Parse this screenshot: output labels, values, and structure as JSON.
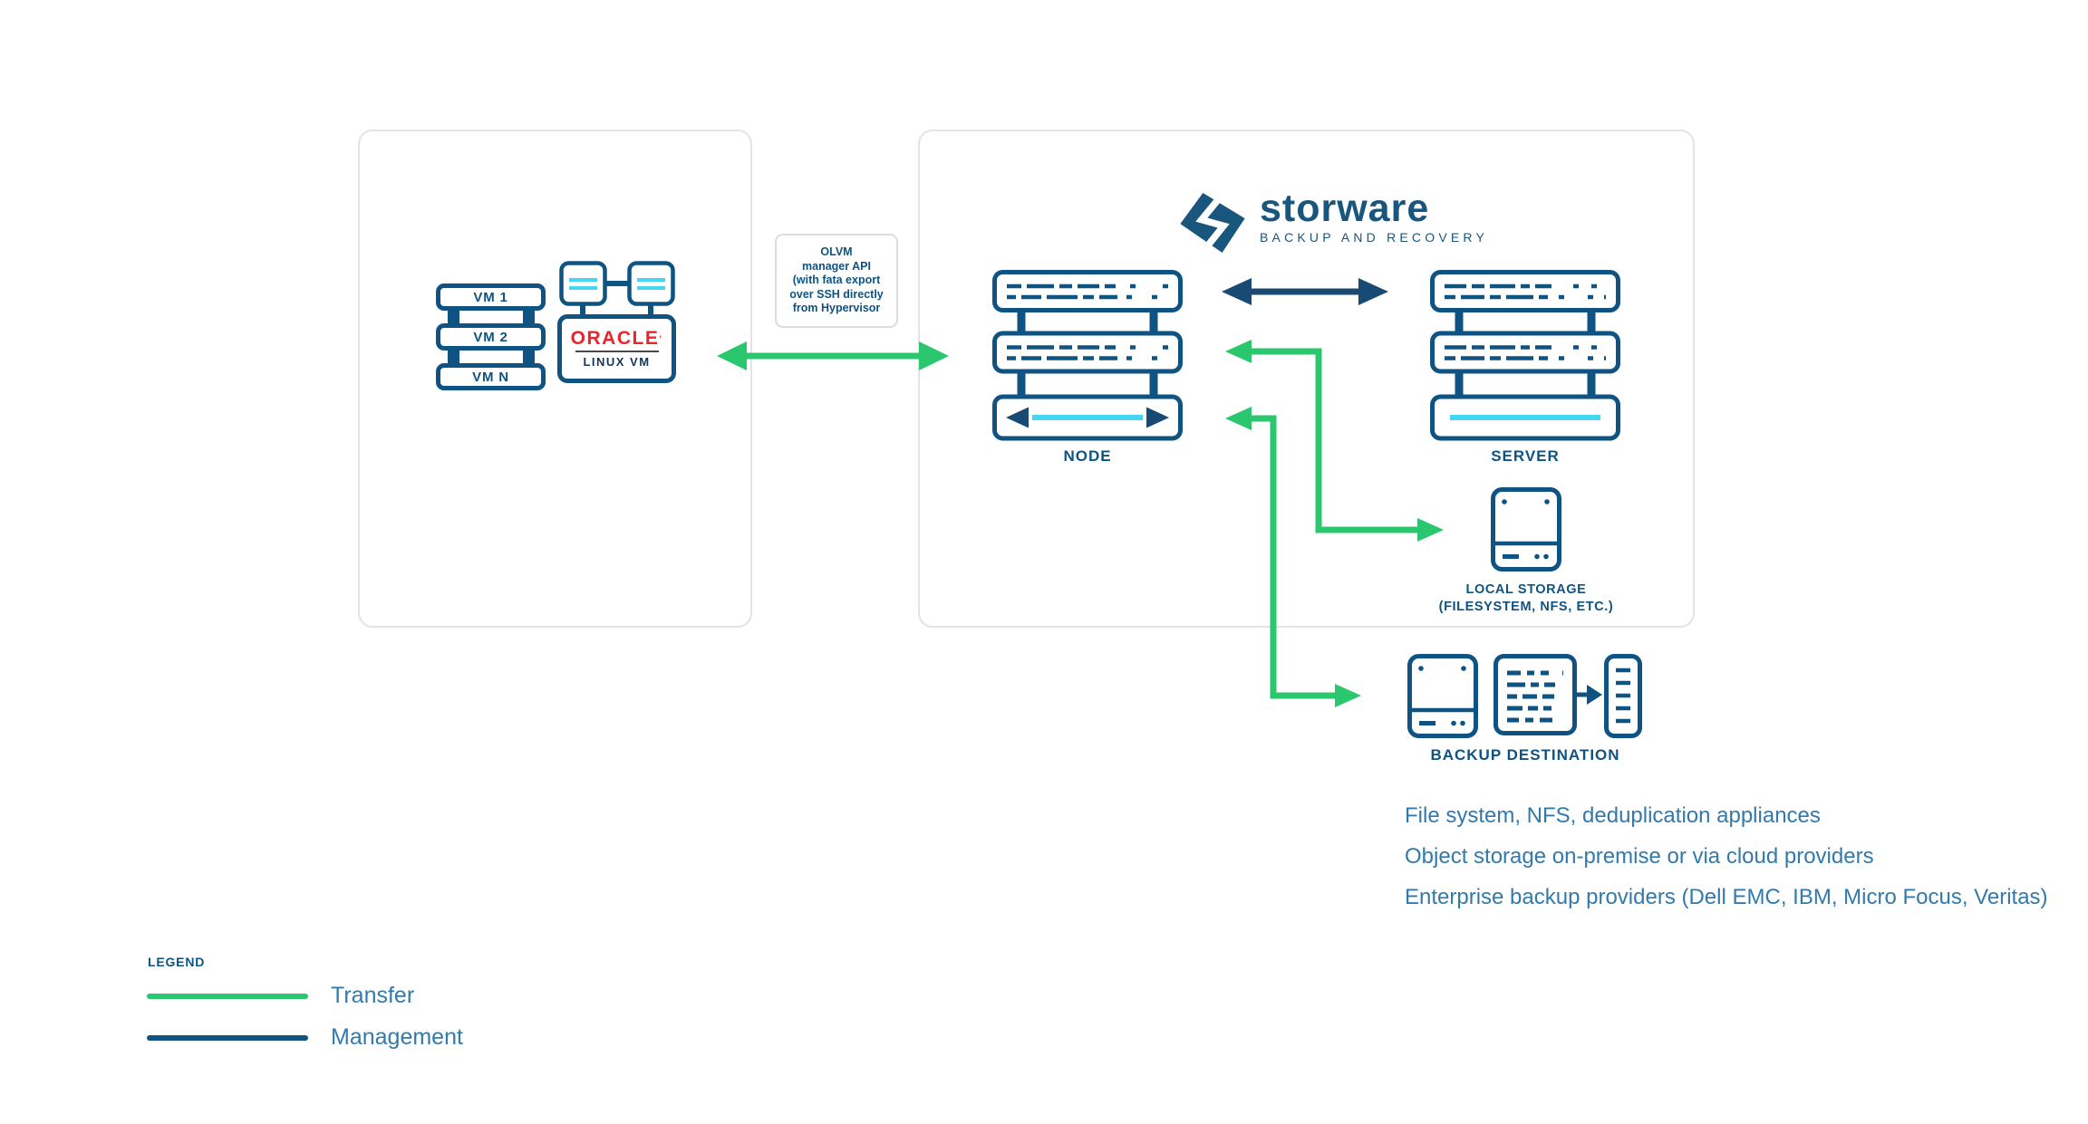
{
  "colors": {
    "navy": "#0F5382",
    "cyan": "#45D6F4",
    "green": "#2BC76F",
    "oracle_red": "#E8252C",
    "text_blue": "#3379AC",
    "panel_border": "#e4e4e4"
  },
  "vm_stack": {
    "items": [
      "VM 1",
      "VM 2",
      "VM N"
    ]
  },
  "oracle": {
    "brand": "ORACLE",
    "reg_mark": "’",
    "sub": "LINUX VM"
  },
  "olvm_note": {
    "lines": [
      "OLVM",
      "manager API",
      "(with fata export",
      "over SSH directly",
      "from Hypervisor"
    ]
  },
  "storware": {
    "wordmark": "storware",
    "tagline": "BACKUP AND RECOVERY"
  },
  "labels": {
    "node": "NODE",
    "server": "SERVER",
    "local_storage_1": "LOCAL STORAGE",
    "local_storage_2": "(FILESYSTEM, NFS, ETC.)",
    "backup_destination": "BACKUP DESTINATION"
  },
  "descriptions": [
    "File system, NFS, deduplication appliances",
    "Object storage on-premise or via cloud providers",
    "Enterprise backup providers (Dell EMC, IBM, Micro Focus, Veritas)"
  ],
  "legend": {
    "title": "LEGEND",
    "items": [
      {
        "label": "Transfer",
        "color": "#2BC76F"
      },
      {
        "label": "Management",
        "color": "#0F5382"
      }
    ]
  },
  "icons": {
    "storware-diamond-icon": "diamond with S cut",
    "server-rack-icon": "stack of three rack units with dashed text lines",
    "disk-drive-icon": "storage drive box",
    "file-grid-icon": "box with dashed rows",
    "tape-column-icon": "tall narrow box with dashes",
    "vm-host-icon": "small square with two cyan lines"
  }
}
